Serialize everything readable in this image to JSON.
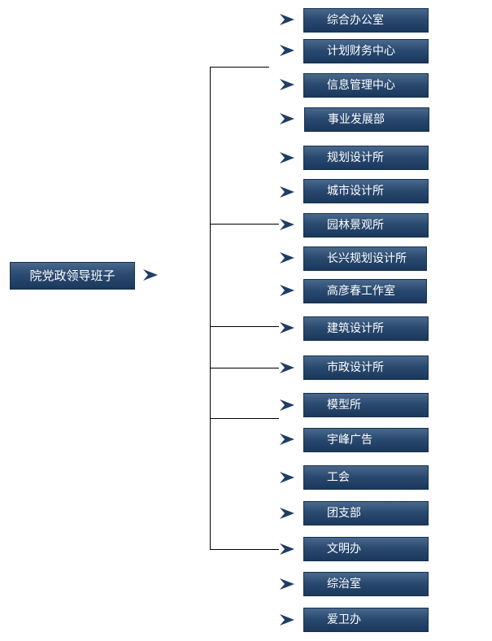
{
  "root": {
    "label": "院党政领导班子"
  },
  "departments": [
    {
      "label": "综合办公室"
    },
    {
      "label": "计划财务中心"
    },
    {
      "label": "信息管理中心"
    },
    {
      "label": "事业发展部"
    },
    {
      "label": "规划设计所"
    },
    {
      "label": "城市设计所"
    },
    {
      "label": "园林景观所"
    },
    {
      "label": "长兴规划设计所"
    },
    {
      "label": "高彦春工作室"
    },
    {
      "label": "建筑设计所"
    },
    {
      "label": "市政设计所"
    },
    {
      "label": "模型所"
    },
    {
      "label": "宇峰广告"
    },
    {
      "label": "工会"
    },
    {
      "label": "团支部"
    },
    {
      "label": "文明办"
    },
    {
      "label": "综治室"
    },
    {
      "label": "爱卫办"
    }
  ],
  "colors": {
    "box_top": "#48688c",
    "box_bottom": "#1b385c",
    "arrow": "#1f3d64",
    "connector": "#000000"
  },
  "icons": {
    "arrow": "arrowhead-right-icon"
  }
}
